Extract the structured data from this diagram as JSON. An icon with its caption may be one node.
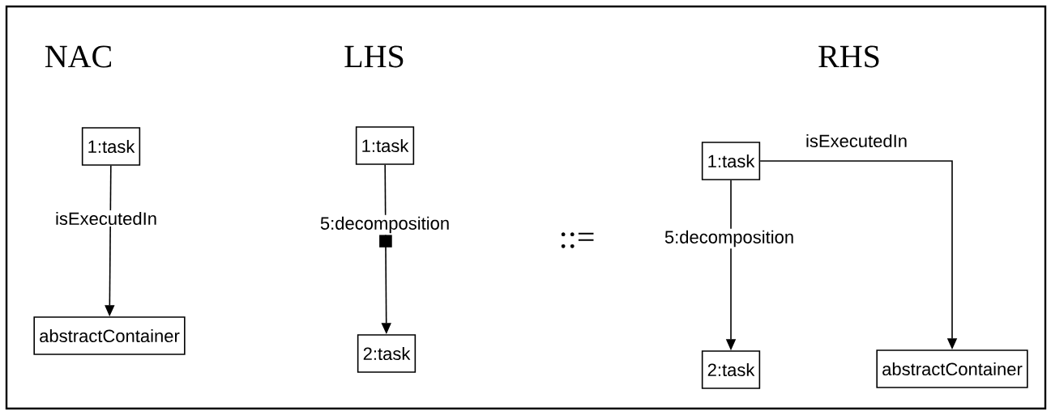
{
  "diagram": {
    "nodes": [
      {
        "text": [
          "1:task"
        ]
      },
      {
        "text": [
          "abstractContainer"
        ]
      },
      {
        "text": [
          "1:task"
        ]
      },
      {
        "text": [
          "2:task"
        ]
      },
      {
        "text": [
          "1:task"
        ]
      },
      {
        "text": [
          "2:task"
        ]
      },
      {
        "text": [
          "abstractContainer"
        ]
      }
    ],
    "edges": [
      {
        "from": 0,
        "to": 1,
        "arrow": "to",
        "label": "isExecutedIn"
      },
      {
        "from": 2,
        "to": 3,
        "arrow": "to",
        "label": "5:decomposition"
      },
      {
        "from": 4,
        "to": 5,
        "arrow": "to",
        "label": "5:decomposition"
      },
      {
        "from": 4,
        "to": 6,
        "arrow": "to",
        "label": "isExecutedIn"
      }
    ],
    "labels": [
      "NAC",
      "LHS",
      "RHS",
      "::="
    ]
  }
}
